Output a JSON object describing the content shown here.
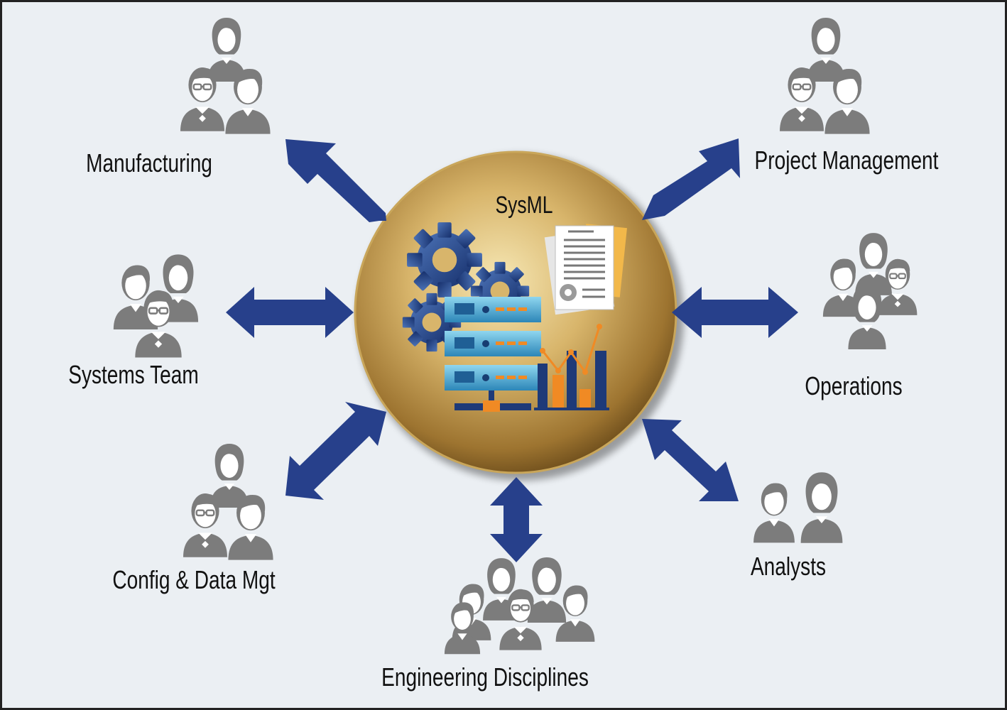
{
  "hub": {
    "title": "SysML"
  },
  "stakeholders": [
    {
      "id": "manufacturing",
      "label": "Manufacturing",
      "icon": "group-of-three-people-icon"
    },
    {
      "id": "project-management",
      "label": "Project Management",
      "icon": "group-of-three-people-icon"
    },
    {
      "id": "systems-team",
      "label": "Systems Team",
      "icon": "group-of-three-people-icon"
    },
    {
      "id": "operations",
      "label": "Operations",
      "icon": "group-of-four-people-icon"
    },
    {
      "id": "config-data-mgt",
      "label": "Config & Data Mgt",
      "icon": "group-of-three-people-icon"
    },
    {
      "id": "analysts",
      "label": "Analysts",
      "icon": "pair-of-people-icon"
    },
    {
      "id": "engineering-disciplines",
      "label": "Engineering Disciplines",
      "icon": "group-of-six-people-icon"
    }
  ],
  "colors": {
    "background": "#ebeff3",
    "arrow": "#27408b",
    "hub_gold": "#b48b3c",
    "people_gray": "#7c7c7c",
    "accent_orange": "#f08a24"
  }
}
